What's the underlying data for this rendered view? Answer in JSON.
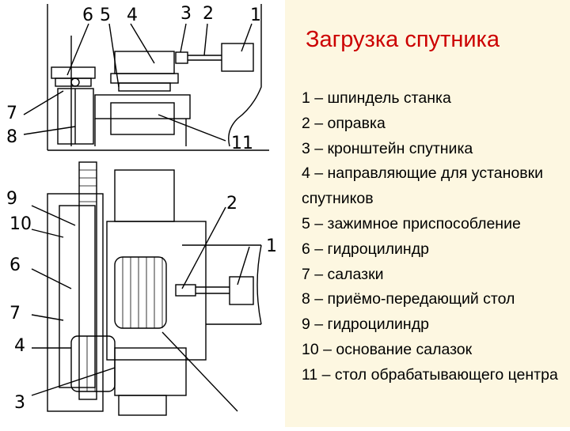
{
  "title": "Загрузка спутника",
  "legend": [
    "1 – шпиндель станка",
    "2 – оправка",
    "3 – кронштейн спутника",
    "4 – направляющие для установки спутников",
    "5 – зажимное приспособление",
    "6 – гидроцилиндр",
    "7 – салазки",
    "8 – приёмо-передающий стол",
    "9 – гидроцилиндр",
    "10 – основание салазок",
    "11 – стол обрабатывающего центра"
  ],
  "side_view": {
    "labels": [
      "6",
      "5",
      "4",
      "3",
      "2",
      "1",
      "7",
      "8",
      "11"
    ]
  },
  "plan_view": {
    "labels": [
      "9",
      "10",
      "2",
      "6",
      "1",
      "7",
      "4",
      "3"
    ]
  }
}
